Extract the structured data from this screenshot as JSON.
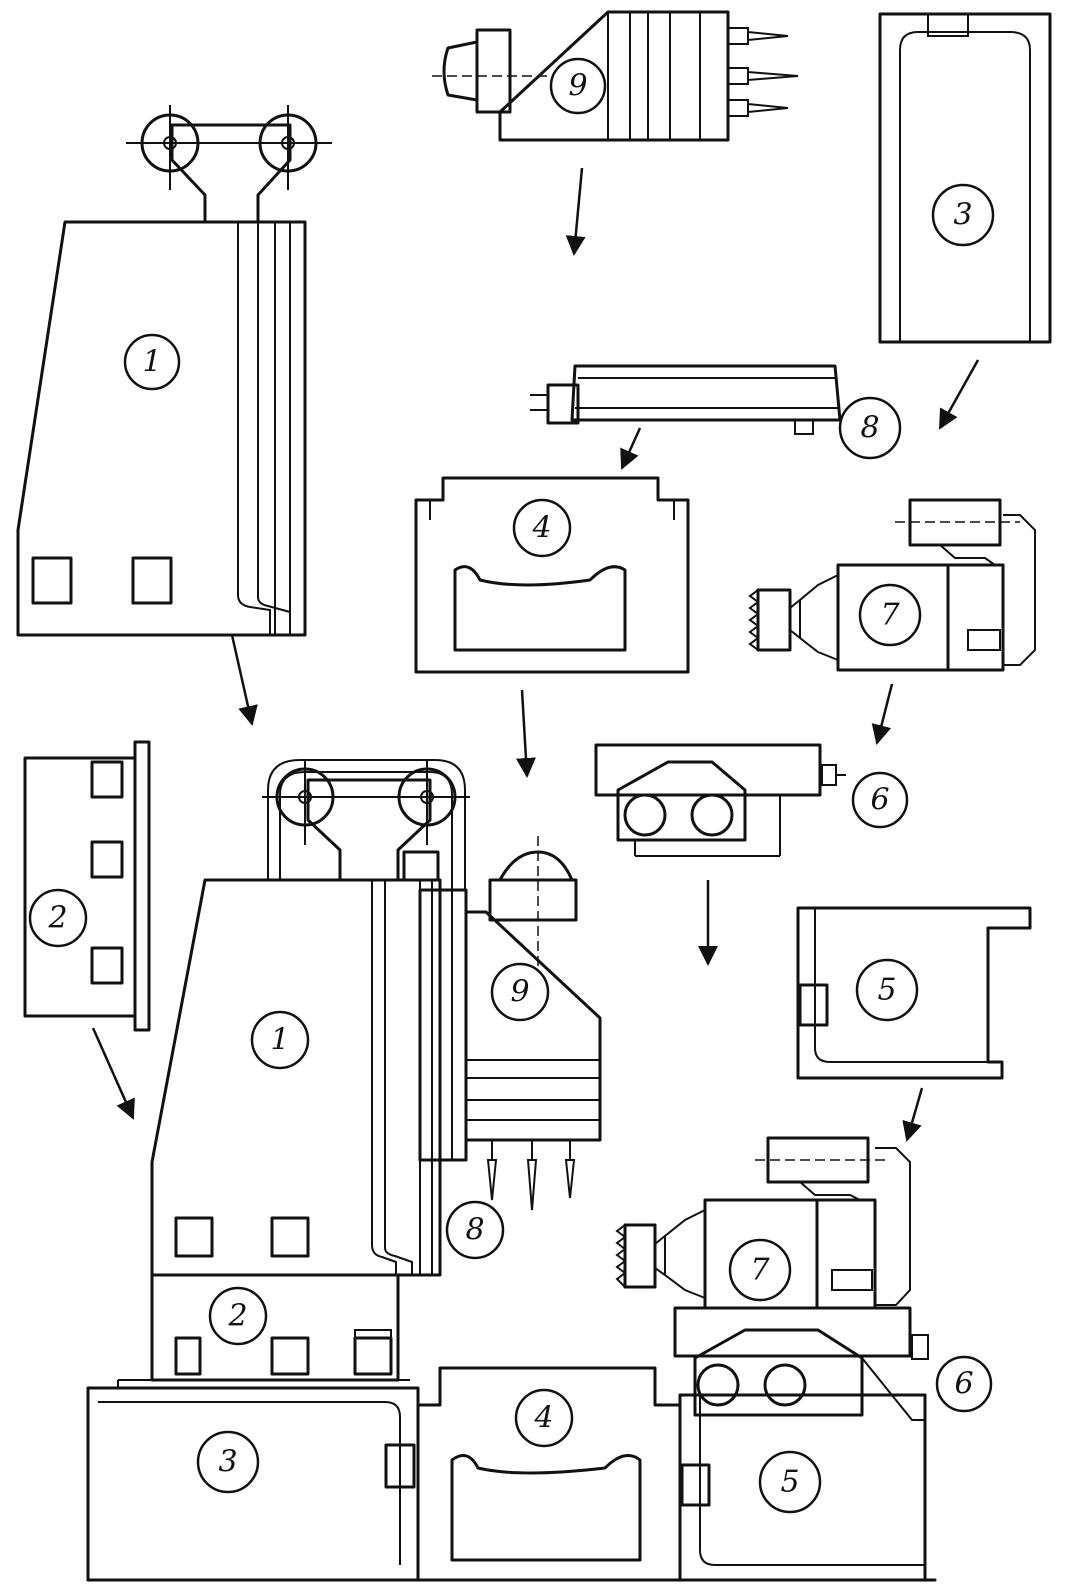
{
  "callouts": {
    "c1_top": "1",
    "c1_assembly": "1",
    "c2_top": "2",
    "c2_assembly": "2",
    "c3_top": "3",
    "c3_assembly": "3",
    "c4_top": "4",
    "c4_assembly": "4",
    "c5_top": "5",
    "c5_assembly": "5",
    "c6_top": "6",
    "c6_assembly": "6",
    "c7_top": "7",
    "c7_assembly": "7",
    "c8_top": "8",
    "c8_assembly": "8",
    "c9_top": "9",
    "c9_assembly": "9"
  },
  "colors": {
    "line": "#111111",
    "background": "#ffffff"
  }
}
